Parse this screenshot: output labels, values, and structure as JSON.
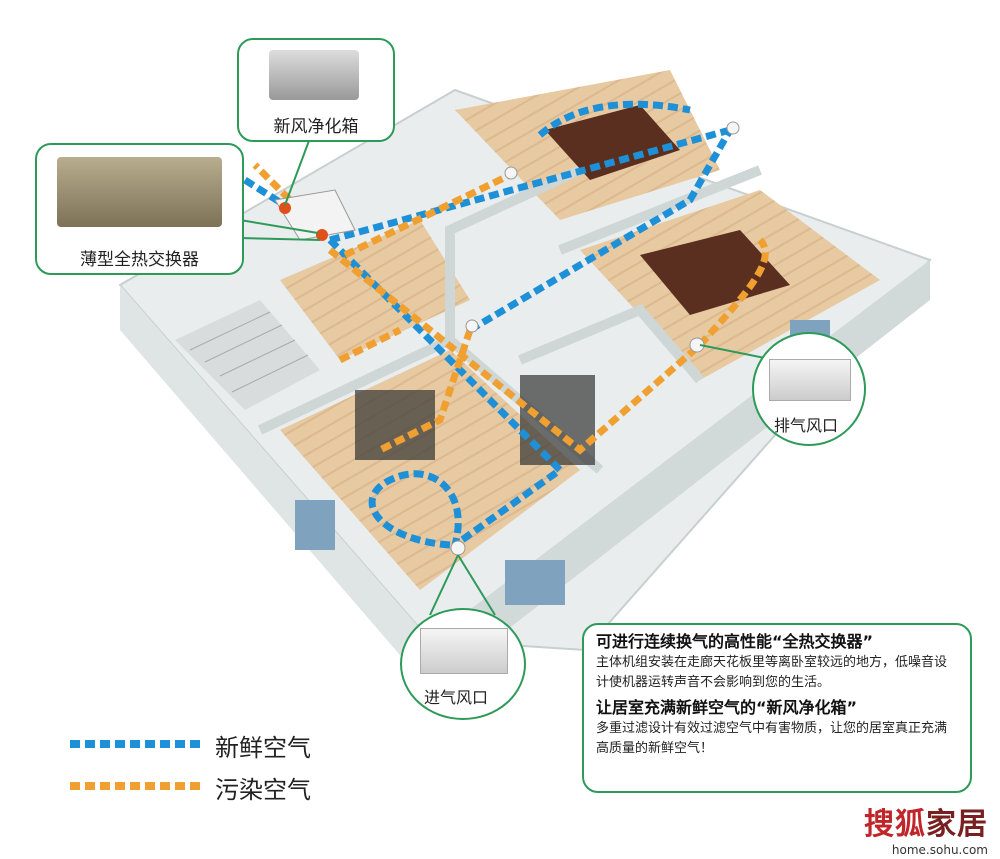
{
  "callouts": {
    "fresh_air_box": "新风净化箱",
    "heat_exchanger": "薄型全热交换器",
    "exhaust_vent": "排气风口",
    "intake_vent": "进气风口"
  },
  "legend": {
    "fresh_air": {
      "label": "新鲜空气",
      "color": "#1e90d8"
    },
    "polluted_air": {
      "label": "污染空气",
      "color": "#f0a030"
    }
  },
  "info": {
    "heading1": "可进行连续换气的高性能“全热交换器”",
    "body1": "主体机组安装在走廊天花板里等离卧室较远的地方，低噪音设计使机器运转声音不会影响到您的生活。",
    "heading2": "让居室充满新鲜空气的“新风净化箱”",
    "body2": "多重过滤设计有效过滤空气中有害物质，让您的居室真正充满高质量的新鲜空气！"
  },
  "watermark": {
    "brand_a": "搜狐",
    "brand_b": "家居",
    "url": "home.sohu.com"
  },
  "colors": {
    "accent_green": "#2e9a5a",
    "fresh": "#1e90d8",
    "polluted": "#f0a030"
  }
}
